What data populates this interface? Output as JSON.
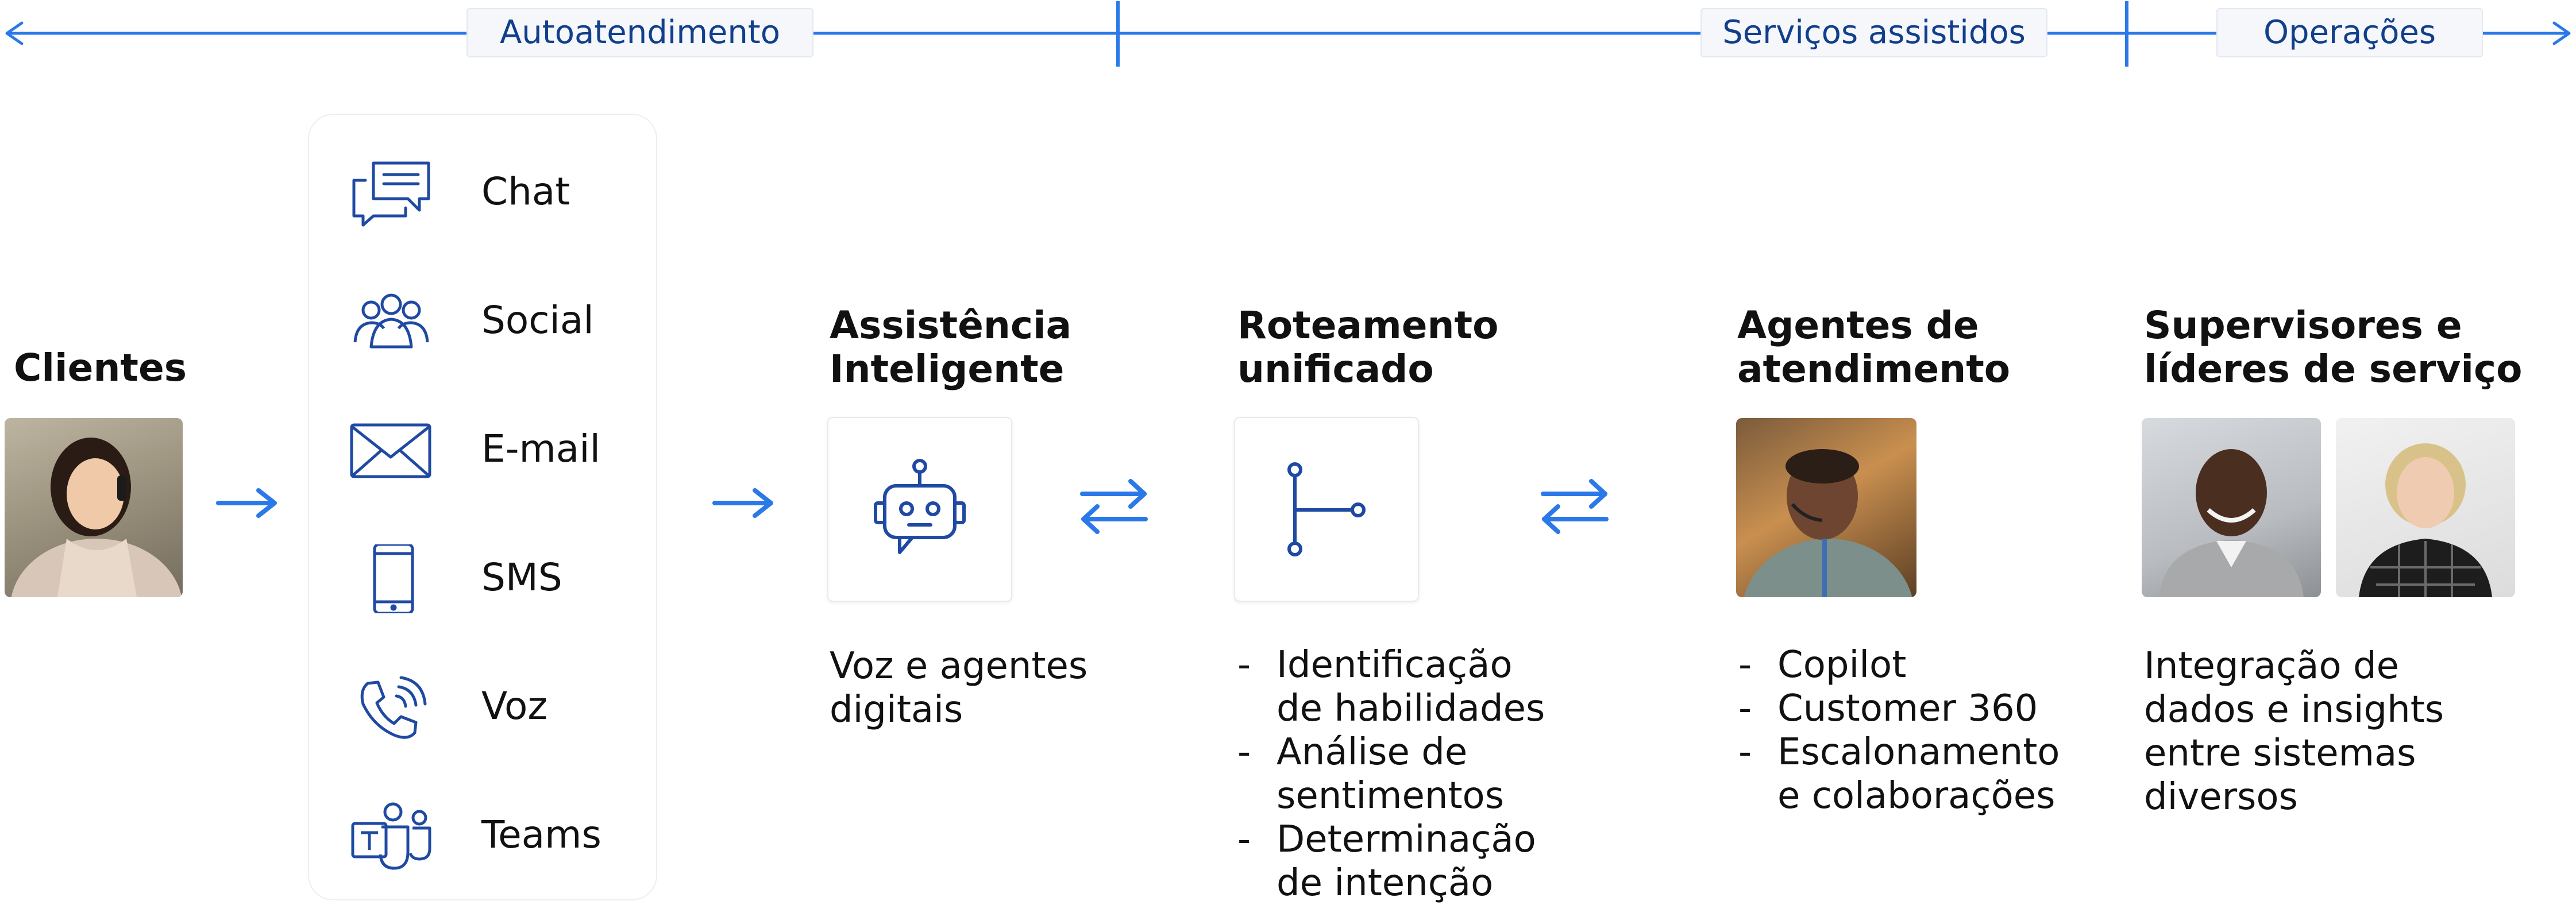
{
  "band": {
    "labels": [
      "Autoatendimento",
      "Serviços assistidos",
      "Operações"
    ],
    "line_color": "#2b78e8"
  },
  "customers": {
    "title": "Clientes"
  },
  "channels": [
    {
      "label": "Chat",
      "icon": "chat-icon"
    },
    {
      "label": "Social",
      "icon": "social-icon"
    },
    {
      "label": "E-mail",
      "icon": "email-icon"
    },
    {
      "label": "SMS",
      "icon": "sms-icon"
    },
    {
      "label": "Voz",
      "icon": "voice-icon"
    },
    {
      "label": "Teams",
      "icon": "teams-icon"
    }
  ],
  "columns": {
    "assist": {
      "title_lines": [
        "Assistência",
        "Inteligente"
      ],
      "desc_lines": [
        "Voz e agentes",
        "digitais"
      ],
      "icon": "robot-icon"
    },
    "routing": {
      "title_lines": [
        "Roteamento",
        "unificado"
      ],
      "icon": "routing-icon",
      "items": [
        [
          "Identificação",
          "de habilidades"
        ],
        [
          "Análise de",
          "sentimentos"
        ],
        [
          "Determinação",
          "de intenção"
        ]
      ]
    },
    "agents": {
      "title_lines": [
        "Agentes de",
        "atendimento"
      ],
      "items": [
        [
          "Copilot"
        ],
        [
          "Customer 360"
        ],
        [
          "Escalonamento",
          "e colaborações"
        ]
      ]
    },
    "supervisors": {
      "title_lines": [
        "Supervisores e",
        "líderes de serviço"
      ],
      "desc_lines": [
        "Integração de",
        "dados e insights",
        "entre sistemas",
        "diversos"
      ]
    }
  },
  "colors": {
    "accent": "#2b78e8",
    "icon": "#1f4aa3",
    "label": "#123f8c",
    "text": "#111111"
  }
}
